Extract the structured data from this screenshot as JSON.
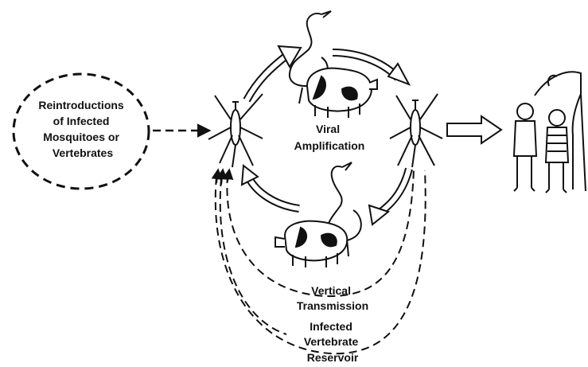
{
  "labels": {
    "reintroductions": [
      "Reintroductions",
      "of Infected",
      "Mosquitoes or",
      "Vertebrates"
    ],
    "amplification": [
      "Viral",
      "Amplification"
    ],
    "vertical": [
      "Vertical",
      "Transmission"
    ],
    "reservoir": [
      "Infected",
      "Vertebrate",
      "Reservoir"
    ]
  },
  "colors": {
    "ink": "#111111",
    "background": "#ffffff"
  }
}
